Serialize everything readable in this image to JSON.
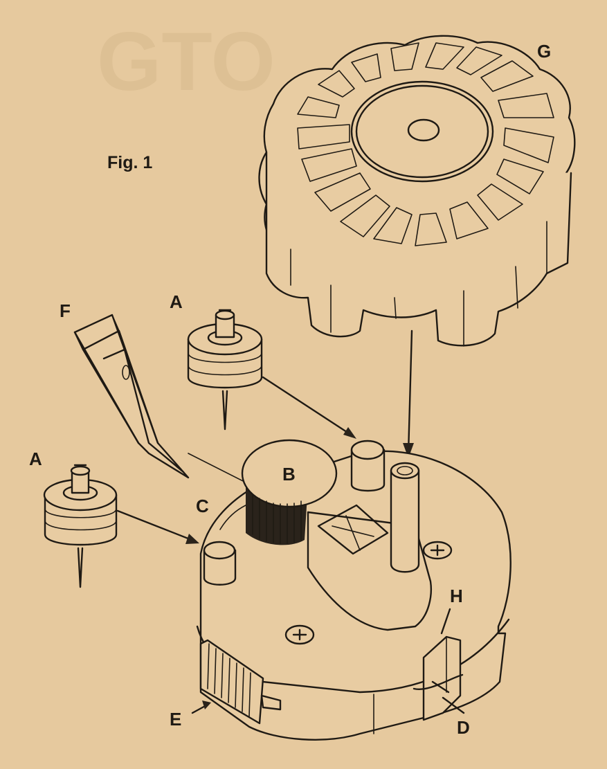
{
  "figure": {
    "title": "Fig. 1",
    "background_color": "#e6c99e",
    "ink_color": "#1f1a14"
  },
  "labels": {
    "G": "G",
    "F": "F",
    "A_top": "A",
    "A_left": "A",
    "B": "B",
    "C": "C",
    "H": "H",
    "D": "D",
    "E": "E"
  },
  "parts": [
    {
      "id": "G",
      "icon": "fluted-knob-cap"
    },
    {
      "id": "F",
      "icon": "blade-cartridge"
    },
    {
      "id": "A",
      "icon": "spool-with-pin"
    },
    {
      "id": "B",
      "icon": "knurled-roller"
    },
    {
      "id": "C",
      "icon": "post-socket"
    },
    {
      "id": "D",
      "icon": "wire-clip"
    },
    {
      "id": "E",
      "icon": "ribbed-slider"
    },
    {
      "id": "H",
      "icon": "side-tab"
    }
  ]
}
